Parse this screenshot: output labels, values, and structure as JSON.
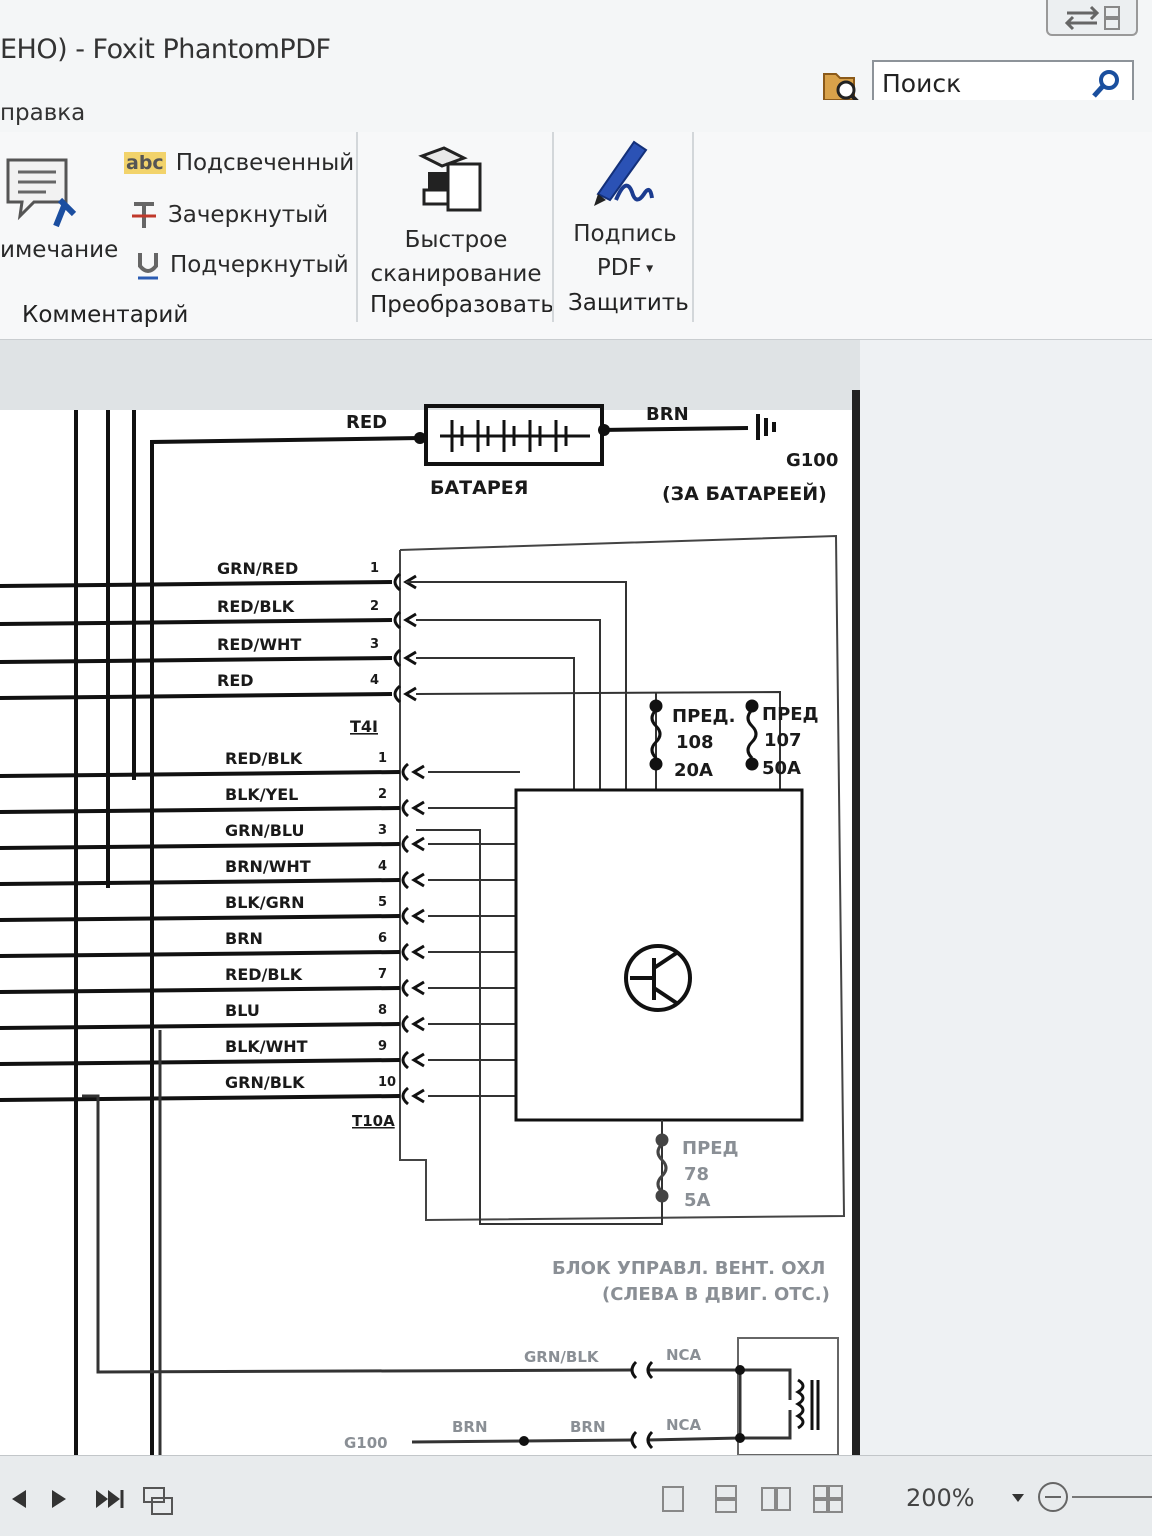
{
  "window": {
    "title": "ЕНО) - Foxit PhantomPDF",
    "search_placeholder": "Поиск"
  },
  "menu": {
    "visible_item": "правка"
  },
  "ribbon": {
    "comment_group": {
      "label": "Комментарий",
      "note_label": "имечание",
      "highlight": "Подсвеченный",
      "highlight_badge": "abc",
      "strikeout": "Зачеркнутый",
      "underline": "Подчеркнутый"
    },
    "convert_group": {
      "label": "Преобразовать",
      "quick_scan_line1": "Быстрое",
      "quick_scan_line2": "сканирование"
    },
    "protect_group": {
      "label": "Защитить",
      "sign_line1": "Подпись",
      "sign_line2": "PDF"
    }
  },
  "diagram": {
    "battery_label": "БАТАРЕЯ",
    "battery_pos_wire": "RED",
    "battery_neg_wire": "BRN",
    "ground_id": "G100",
    "ground_note": "(ЗА БАТАРЕЕЙ)",
    "connector_t4": {
      "id": "T4I",
      "pins": [
        {
          "num": "1",
          "wire": "GRN/RED"
        },
        {
          "num": "2",
          "wire": "RED/BLK"
        },
        {
          "num": "3",
          "wire": "RED/WHT"
        },
        {
          "num": "4",
          "wire": "RED"
        }
      ]
    },
    "connector_t10": {
      "id": "T10A",
      "pins": [
        {
          "num": "1",
          "wire": "RED/BLK"
        },
        {
          "num": "2",
          "wire": "BLK/YEL"
        },
        {
          "num": "3",
          "wire": "GRN/BLU"
        },
        {
          "num": "4",
          "wire": "BRN/WHT"
        },
        {
          "num": "5",
          "wire": "BLK/GRN"
        },
        {
          "num": "6",
          "wire": "BRN"
        },
        {
          "num": "7",
          "wire": "RED/BLK"
        },
        {
          "num": "8",
          "wire": "BLU"
        },
        {
          "num": "9",
          "wire": "BLK/WHT"
        },
        {
          "num": "10",
          "wire": "GRN/BLK"
        }
      ]
    },
    "fuse_108": {
      "line1": "ПРЕД.",
      "line2": "108",
      "line3": "20A"
    },
    "fuse_107": {
      "line1": "ПРЕД",
      "line2": "107",
      "line3": "50A"
    },
    "fuse_78": {
      "line1": "ПРЕД",
      "line2": "78",
      "line3": "5A"
    },
    "module_line1": "БЛОК УПРАВЛ. ВЕНТ. ОХЛ",
    "module_line2": "(СЛЕВА В ДВИГ. ОТС.)",
    "bottom_wire_1": "GRN/BLK",
    "bottom_wire_2": "BRN",
    "bottom_wire_3": "BRN",
    "bottom_nca_1": "NCA",
    "bottom_nca_2": "NCA",
    "bottom_ground": "G100"
  },
  "statusbar": {
    "zoom": "200%"
  }
}
